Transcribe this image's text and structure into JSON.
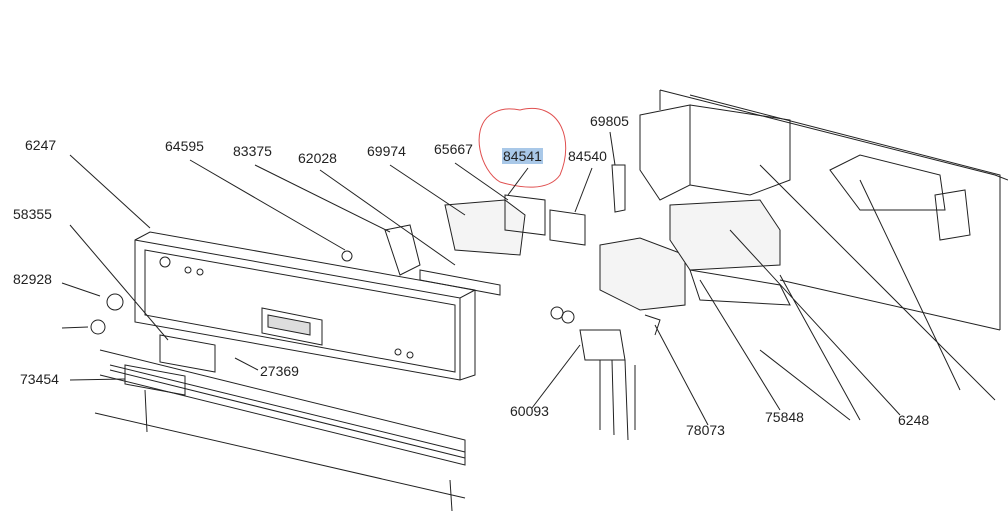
{
  "diagram": {
    "title": "Dishwasher control panel exploded parts diagram",
    "highlighted_part": "84541",
    "highlight_color": "#a9c8e8",
    "circle_color": "#e05050",
    "parts": [
      {
        "id": "p6247",
        "label": "6247"
      },
      {
        "id": "p64595",
        "label": "64595"
      },
      {
        "id": "p83375",
        "label": "83375"
      },
      {
        "id": "p62028",
        "label": "62028"
      },
      {
        "id": "p69974",
        "label": "69974"
      },
      {
        "id": "p65667",
        "label": "65667"
      },
      {
        "id": "p84541",
        "label": "84541"
      },
      {
        "id": "p84540",
        "label": "84540"
      },
      {
        "id": "p69805",
        "label": "69805"
      },
      {
        "id": "p58355",
        "label": "58355"
      },
      {
        "id": "p82928",
        "label": "82928"
      },
      {
        "id": "p73454",
        "label": "73454"
      },
      {
        "id": "p27369",
        "label": "27369"
      },
      {
        "id": "p60093",
        "label": "60093"
      },
      {
        "id": "p78073",
        "label": "78073"
      },
      {
        "id": "p75848",
        "label": "75848"
      },
      {
        "id": "p6248",
        "label": "6248"
      }
    ]
  }
}
